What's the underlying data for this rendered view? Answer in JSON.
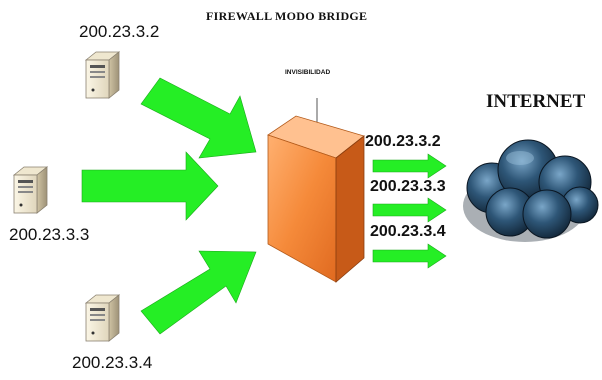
{
  "diagram": {
    "title": "FIREWALL MODO BRIDGE",
    "firewall_note": "INVISIBILIDAD",
    "internet_label": "INTERNET",
    "hosts": [
      {
        "ip": "200.23.3.2",
        "icon": "server-tower-icon"
      },
      {
        "ip": "200.23.3.3",
        "icon": "server-tower-icon"
      },
      {
        "ip": "200.23.3.4",
        "icon": "server-tower-icon"
      }
    ],
    "outgoing": [
      {
        "ip": "200.23.3.2"
      },
      {
        "ip": "200.23.3.3"
      },
      {
        "ip": "200.23.3.4"
      }
    ],
    "icons": {
      "firewall": "firewall-wall-icon",
      "cloud": "cloud-icon",
      "arrow": "green-arrow"
    },
    "colors": {
      "arrow": "#22ee22",
      "firewall_front": "#f0883c",
      "firewall_side": "#c85a18",
      "cloud": "#1f3d58"
    }
  }
}
